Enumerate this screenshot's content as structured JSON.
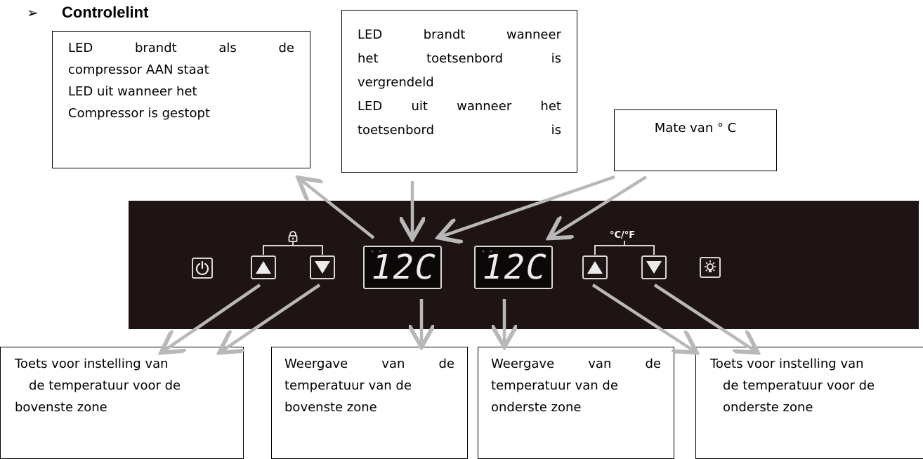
{
  "heading": {
    "bullet": "➢",
    "title": "Controlelint"
  },
  "callouts": {
    "compressor_led": {
      "line1": [
        "LED",
        "brandt",
        "als",
        "de"
      ],
      "line2": "compressor AAN staat",
      "line3": "LED uit wanneer het",
      "line4": "Compressor is gestopt"
    },
    "keypad_lock_led": {
      "line1": [
        "LED",
        "brandt",
        "wanneer"
      ],
      "line2": [
        "het",
        "toetsenbord",
        "is"
      ],
      "line3": "vergrendeld",
      "line4": [
        "LED",
        "uit",
        "wanneer",
        "het"
      ],
      "line5": [
        "toetsenbord",
        "is"
      ]
    },
    "degree_c": {
      "text": "Mate van ° C"
    },
    "upper_set_keys": {
      "line1": "Toets voor instelling van",
      "line2": "de temperatuur voor de",
      "line3": "bovenste zone"
    },
    "upper_display": {
      "line1": [
        "Weergave",
        "van",
        "de"
      ],
      "line2": "temperatuur van de",
      "line3": "bovenste zone"
    },
    "lower_display": {
      "line1": [
        "Weergave",
        "van",
        "de"
      ],
      "line2": "temperatuur van de",
      "line3": "onderste zone"
    },
    "lower_set_keys": {
      "line1": "Toets voor instelling van",
      "line2": "de temperatuur voor de",
      "line3": "onderste zone"
    }
  },
  "panel": {
    "unit_toggle_label": "°C/°F",
    "upper_display_value": "12C",
    "lower_display_value": "12C"
  },
  "colors": {
    "panel": "#1e1414",
    "button_border": "#d8d8d8",
    "arrow": "#b8b8b8"
  }
}
